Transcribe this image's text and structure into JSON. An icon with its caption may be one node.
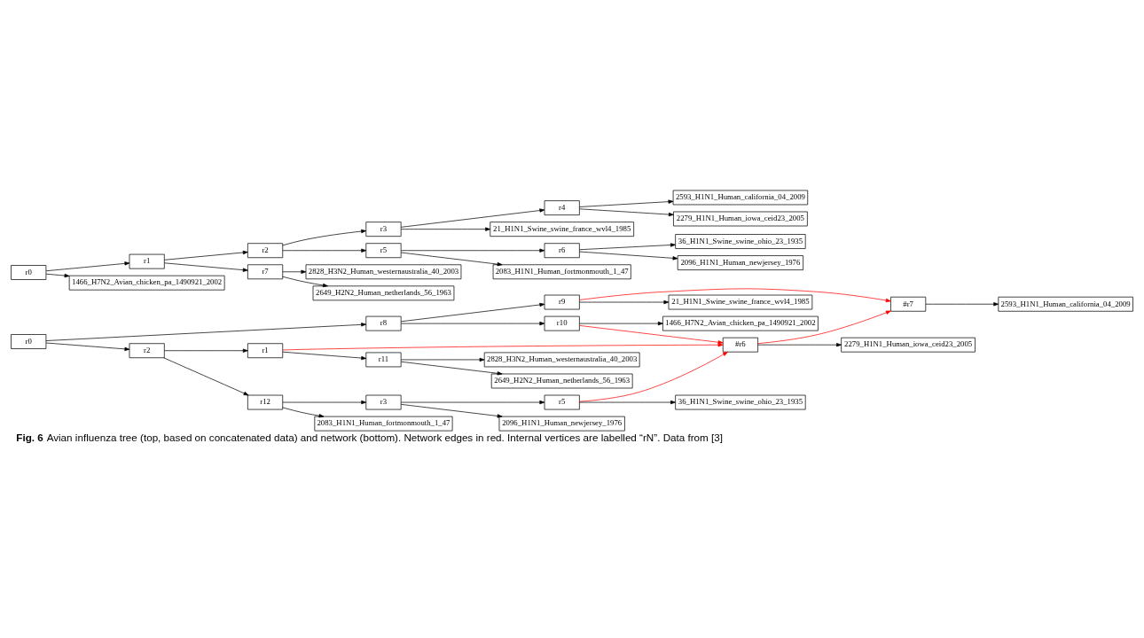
{
  "diagram": {
    "caption": "**Fig. 6** Avian influenza tree (top, based on concatenated data) and network (bottom). Network edges in red. Internal vertices are labelled “rN”. Data from [3]",
    "nodes": [
      {
        "text": [
          "r0"
        ]
      },
      {
        "text": [
          "1466_H7N2_Avian_chicken_pa_1490921_2002"
        ]
      },
      {
        "text": [
          "r1"
        ]
      },
      {
        "text": [
          "r7"
        ]
      },
      {
        "text": [
          "2649_H2N2_Human_netherlands_56_1963"
        ]
      },
      {
        "text": [
          "2828_H3N2_Human_westernaustralia_40_2003"
        ]
      },
      {
        "text": [
          "r2"
        ]
      },
      {
        "text": [
          "r5"
        ]
      },
      {
        "text": [
          "2083_H1N1_Human_fortmonmouth_1_47"
        ]
      },
      {
        "text": [
          "r6"
        ]
      },
      {
        "text": [
          "2096_H1N1_Human_newjersey_1976"
        ]
      },
      {
        "text": [
          "36_H1N1_Swine_swine_ohio_23_1935"
        ]
      },
      {
        "text": [
          "r3"
        ]
      },
      {
        "text": [
          "21_H1N1_Swine_swine_france_wvl4_1985"
        ]
      },
      {
        "text": [
          "r4"
        ]
      },
      {
        "text": [
          "2279_H1N1_Human_iowa_ceid23_2005"
        ]
      },
      {
        "text": [
          "2593_H1N1_Human_california_04_2009"
        ]
      },
      {
        "text": [
          "r0"
        ]
      },
      {
        "text": [
          "r2"
        ]
      },
      {
        "text": [
          "r12"
        ]
      },
      {
        "text": [
          "r1"
        ]
      },
      {
        "text": [
          "2083_H1N1_Human_fortmonmouth_1_47"
        ]
      },
      {
        "text": [
          "r3"
        ]
      },
      {
        "text": [
          "2096_H1N1_Human_newjersey_1976"
        ]
      },
      {
        "text": [
          "r5"
        ]
      },
      {
        "text": [
          "36_H1N1_Swine_swine_ohio_23_1935"
        ]
      },
      {
        "text": [
          "r11"
        ]
      },
      {
        "text": [
          "2649_H2N2_Human_netherlands_56_1963"
        ]
      },
      {
        "text": [
          "2828_H3N2_Human_westernaustralia_40_2003"
        ]
      },
      {
        "text": [
          "#r6"
        ]
      },
      {
        "text": [
          "2279_H1N1_Human_iowa_ceid23_2005"
        ]
      },
      {
        "text": [
          "r8"
        ]
      },
      {
        "text": [
          "r10"
        ]
      },
      {
        "text": [
          "1466_H7N2_Avian_chicken_pa_1490921_2002"
        ]
      },
      {
        "text": [
          "r9"
        ]
      },
      {
        "text": [
          "21_H1N1_Swine_swine_france_wvl4_1985"
        ]
      },
      {
        "text": [
          "#r7"
        ]
      },
      {
        "text": [
          "2593_H1N1_Human_california_04_2009"
        ]
      }
    ],
    "edges": [
      {
        "from": 0,
        "to": 1,
        "arrow": "to"
      },
      {
        "from": 0,
        "to": 2,
        "arrow": "to"
      },
      {
        "from": 2,
        "to": 3,
        "arrow": "to"
      },
      {
        "from": 2,
        "to": 6,
        "arrow": "to"
      },
      {
        "from": 3,
        "to": 4,
        "arrow": "to"
      },
      {
        "from": 3,
        "to": 5,
        "arrow": "to"
      },
      {
        "from": 6,
        "to": 7,
        "arrow": "to"
      },
      {
        "from": 6,
        "to": 12,
        "arrow": "to"
      },
      {
        "from": 7,
        "to": 8,
        "arrow": "to"
      },
      {
        "from": 7,
        "to": 9,
        "arrow": "to"
      },
      {
        "from": 9,
        "to": 10,
        "arrow": "to"
      },
      {
        "from": 9,
        "to": 11,
        "arrow": "to"
      },
      {
        "from": 12,
        "to": 13,
        "arrow": "to"
      },
      {
        "from": 12,
        "to": 14,
        "arrow": "to"
      },
      {
        "from": 14,
        "to": 15,
        "arrow": "to"
      },
      {
        "from": 14,
        "to": 16,
        "arrow": "to"
      },
      {
        "from": 17,
        "to": 18,
        "arrow": "to"
      },
      {
        "from": 17,
        "to": 31,
        "arrow": "to"
      },
      {
        "from": 18,
        "to": 19,
        "arrow": "to"
      },
      {
        "from": 18,
        "to": 20,
        "arrow": "to"
      },
      {
        "from": 19,
        "to": 21,
        "arrow": "to"
      },
      {
        "from": 19,
        "to": 22,
        "arrow": "to"
      },
      {
        "from": 22,
        "to": 23,
        "arrow": "to"
      },
      {
        "from": 22,
        "to": 24,
        "arrow": "to"
      },
      {
        "from": 24,
        "to": 25,
        "arrow": "to"
      },
      {
        "from": 24,
        "to": 29,
        "arrow": "to",
        "color": "#ff0000"
      },
      {
        "from": 20,
        "to": 26,
        "arrow": "to"
      },
      {
        "from": 20,
        "to": 29,
        "arrow": "to",
        "color": "#ff0000"
      },
      {
        "from": 26,
        "to": 27,
        "arrow": "to"
      },
      {
        "from": 26,
        "to": 28,
        "arrow": "to"
      },
      {
        "from": 29,
        "to": 30,
        "arrow": "to"
      },
      {
        "from": 29,
        "to": 36,
        "arrow": "to",
        "color": "#ff0000"
      },
      {
        "from": 31,
        "to": 32,
        "arrow": "to"
      },
      {
        "from": 31,
        "to": 34,
        "arrow": "to"
      },
      {
        "from": 32,
        "to": 33,
        "arrow": "to"
      },
      {
        "from": 32,
        "to": 29,
        "arrow": "to",
        "color": "#ff0000"
      },
      {
        "from": 34,
        "to": 35,
        "arrow": "to"
      },
      {
        "from": 34,
        "to": 36,
        "arrow": "to",
        "color": "#ff0000"
      },
      {
        "from": 36,
        "to": 37,
        "arrow": "to"
      }
    ]
  }
}
